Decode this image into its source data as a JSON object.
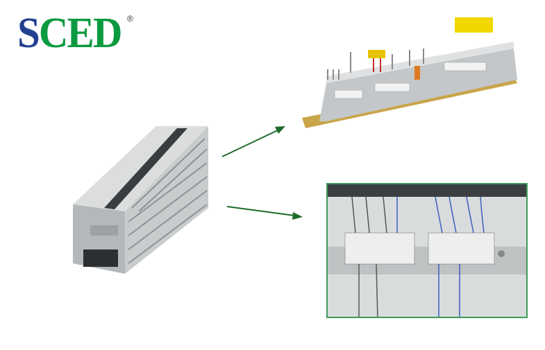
{
  "logo": {
    "text_s": "S",
    "text_ced": "CED",
    "registered": "®",
    "colors": {
      "s": "#24408f",
      "ced": "#0c9a40"
    }
  },
  "images": {
    "single_block": "terminal-block-product",
    "din_rail_assembly": "terminal-blocks-on-din-rail",
    "cabinet_installation": "terminal-blocks-wired-in-cabinet"
  },
  "arrows": {
    "color": "#1e6b2a"
  }
}
